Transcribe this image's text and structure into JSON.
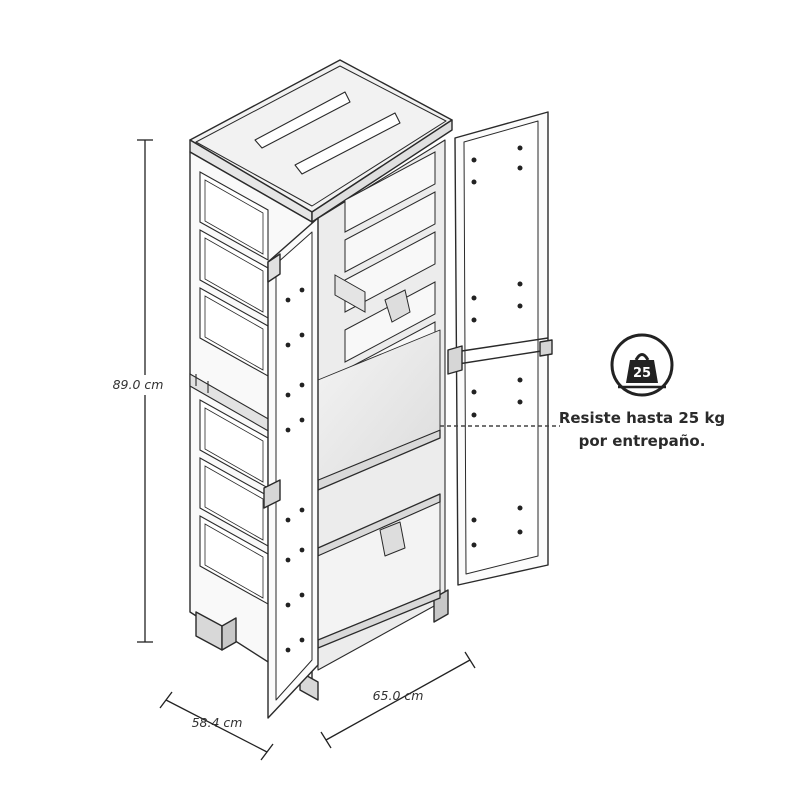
{
  "dimensions": {
    "height": "89.0 cm",
    "width": "65.0 cm",
    "depth": "58.4 cm"
  },
  "callout": {
    "badge_value": "25",
    "line1": "Resiste hasta 25 kg",
    "line2": "por entrepaño."
  },
  "icons": {
    "weight": "weight-icon"
  }
}
